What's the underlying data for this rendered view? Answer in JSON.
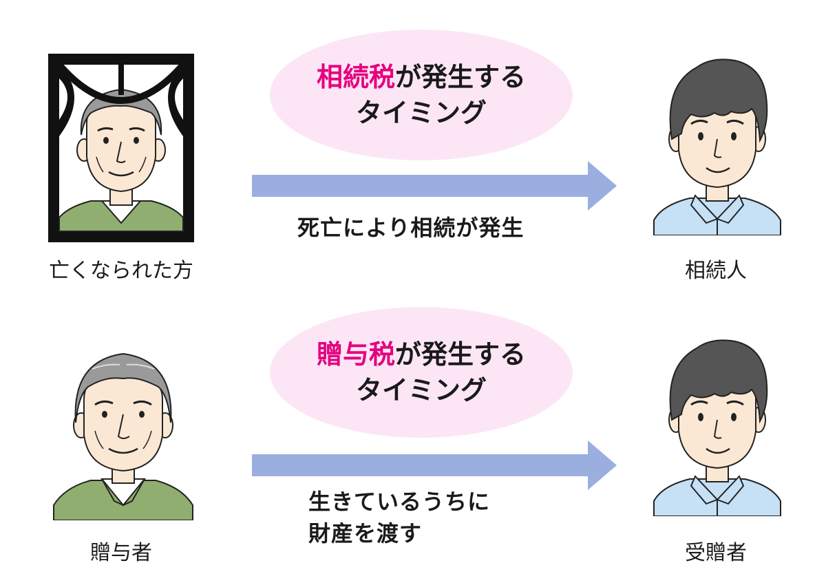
{
  "top_row": {
    "bubble": {
      "highlight": "相続税",
      "rest": "が発生する",
      "line2": "タイミング"
    },
    "arrow_caption": "死亡により相続が発生",
    "left_person_label": "亡くなられた方",
    "right_person_label": "相続人"
  },
  "bottom_row": {
    "bubble": {
      "highlight": "贈与税",
      "rest": "が発生する",
      "line2": "タイミング"
    },
    "arrow_caption_line1": "生きているうちに",
    "arrow_caption_line2": "財産を渡す",
    "left_person_label": "贈与者",
    "right_person_label": "受贈者"
  },
  "colors": {
    "accent": "#e5007e",
    "bubble": "#fce6f6",
    "arrow": "#9aaee0",
    "elder_jacket": "#8fae6f",
    "young_shirt": "#c6e0f5",
    "skin": "#fbe8d4"
  },
  "icons": {
    "deceased_portrait": "memorial-portrait-icon",
    "elder": "elderly-man-icon",
    "young": "young-man-icon",
    "arrow": "right-arrow-icon"
  }
}
